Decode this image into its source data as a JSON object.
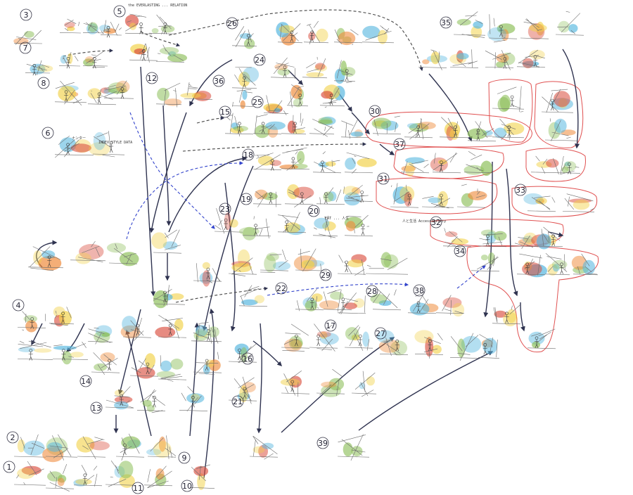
{
  "scene_numbers": [
    "1",
    "2",
    "3",
    "4",
    "5",
    "6",
    "7",
    "8",
    "9",
    "10",
    "11",
    "12",
    "13",
    "14",
    "15",
    "16",
    "17",
    "18",
    "19",
    "20",
    "21",
    "22",
    "23",
    "24",
    "25",
    "26",
    "27",
    "28",
    "29",
    "30",
    "31",
    "32",
    "33",
    "34",
    "35",
    "36",
    "37",
    "38",
    "39"
  ],
  "notes": {
    "scene5": "the EVERLASTING ... RELATION",
    "scene6_left": "ナンター",
    "scene6_board": "INDEX STYLE DATA",
    "scene20": "EAT ... 人生",
    "scene32": "人と生活 Accessibility"
  },
  "colors": {
    "arrow": "#2f3350",
    "dashed": "#444444",
    "blue_dashed": "#3344cc",
    "red_loop": "#e05050",
    "green": "#8dbf5a",
    "yellow": "#f2d24a",
    "blue": "#57b7df",
    "orange": "#ef8a3a",
    "red": "#d94a3a",
    "pencil": "#6b6b6b"
  }
}
